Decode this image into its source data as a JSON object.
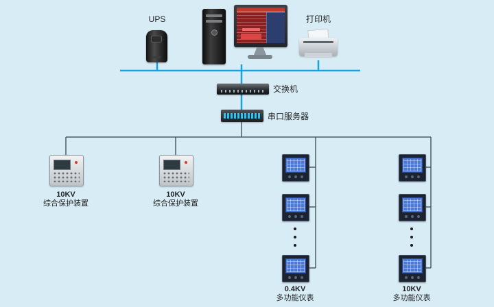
{
  "labels": {
    "ups": "UPS",
    "printer": "打印机",
    "switch": "交换机",
    "serial_server": "串口服务器",
    "protection1_kv": "10KV",
    "protection1_name": "综合保护装置",
    "protection2_kv": "10KV",
    "protection2_name": "综合保护装置",
    "meters1_kv": "0.4KV",
    "meters1_name": "多功能仪表",
    "meters2_kv": "10KV",
    "meters2_name": "多功能仪表"
  },
  "colors": {
    "background": "#d8ecf6",
    "bus_line": "#18a2d9",
    "branch_line": "#4e5a62",
    "meter_screen": "#4a79d8",
    "serial_ports": "#35c2e8"
  }
}
